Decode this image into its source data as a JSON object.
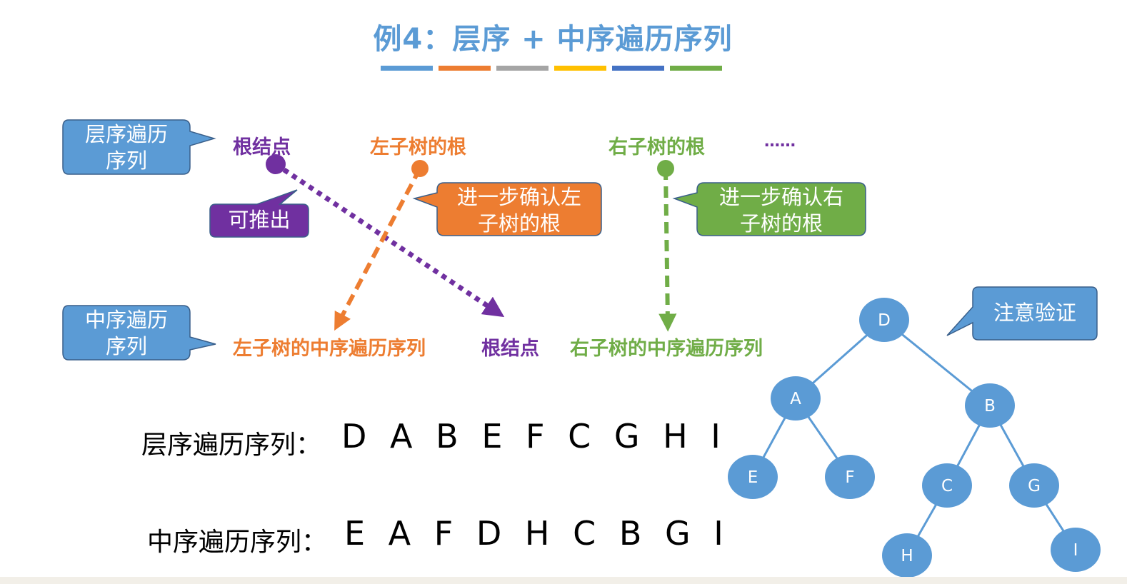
{
  "title": "例4：层序 + 中序遍历序列",
  "colors": {
    "title": "#5b9bd5",
    "blue_callout": "#5b9bd5",
    "purple": "#7030a0",
    "orange": "#ed7d31",
    "green": "#70ad47",
    "node": "#5b9bd5",
    "edge": "#5b9bd5",
    "title_bars": [
      "#5b9bd5",
      "#ed7d31",
      "#a5a5a5",
      "#ffc000",
      "#4472c4",
      "#70ad47"
    ]
  },
  "callouts": {
    "level_order": "层序遍历\n序列",
    "in_order": "中序遍历\n序列",
    "derive": "可推出",
    "confirm_left": "进一步确认左\n子树的根",
    "confirm_right": "进一步确认右\n子树的根",
    "verify": "注意验证"
  },
  "top_row": {
    "root": "根结点",
    "left_root": "左子树的根",
    "right_root": "右子树的根",
    "ellipsis": "……"
  },
  "bottom_row": {
    "left_inorder": "左子树的中序遍历序列",
    "root": "根结点",
    "right_inorder": "右子树的中序遍历序列"
  },
  "sequences": {
    "level_label": "层序遍历序列：",
    "level_values": "D A B E F C G H I",
    "in_label": "中序遍历序列：",
    "in_values": "E A F D H C B G I"
  },
  "tree": {
    "nodes": [
      {
        "id": "D",
        "label": "D"
      },
      {
        "id": "A",
        "label": "A"
      },
      {
        "id": "B",
        "label": "B"
      },
      {
        "id": "E",
        "label": "E"
      },
      {
        "id": "F",
        "label": "F"
      },
      {
        "id": "C",
        "label": "C"
      },
      {
        "id": "G",
        "label": "G"
      },
      {
        "id": "H",
        "label": "H"
      },
      {
        "id": "I",
        "label": "I"
      }
    ],
    "edges": [
      [
        "D",
        "A"
      ],
      [
        "D",
        "B"
      ],
      [
        "A",
        "E"
      ],
      [
        "A",
        "F"
      ],
      [
        "B",
        "C"
      ],
      [
        "B",
        "G"
      ],
      [
        "C",
        "H"
      ],
      [
        "G",
        "I"
      ]
    ]
  }
}
